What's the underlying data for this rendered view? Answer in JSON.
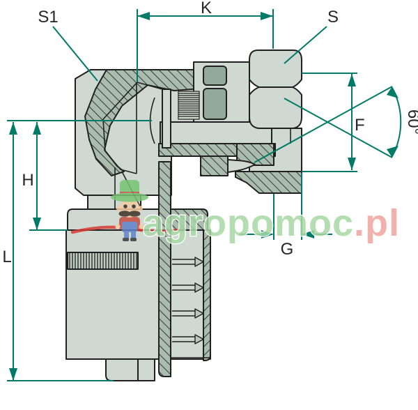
{
  "title": "Elbow hydraulic fitting cross-section drawing",
  "labels": {
    "s1": "S1",
    "s": "S",
    "k": "K",
    "f": "F",
    "angle": "60°",
    "h": "H",
    "l": "L",
    "g": "G"
  },
  "watermark": {
    "brand_green": "agropomoc",
    "brand_suffix": ".pl"
  },
  "colors": {
    "dimension_line": "#007a66",
    "label_text": "#262626",
    "outline": "#202020",
    "body_fill": "#cfd9d1",
    "hatch_fill": "#a9bcae",
    "dark_detail": "#93aa9b",
    "knurl_fill": "#c3cfc5",
    "watermark_green": "#a8d8a5",
    "watermark_pink": "#efa5a1",
    "swoosh_red": "#d63c35"
  }
}
